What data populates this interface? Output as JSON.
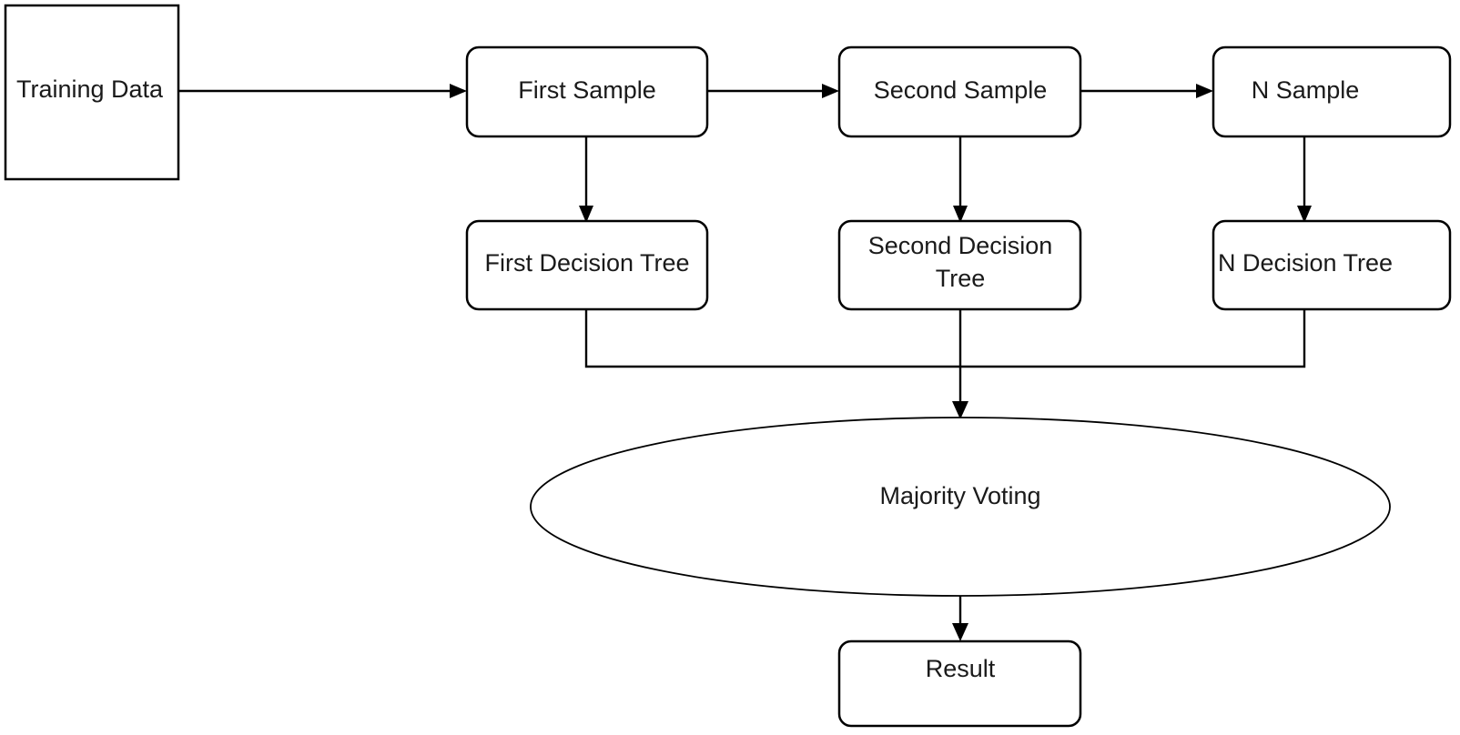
{
  "diagram": {
    "title": "Random Forest Ensemble Flowchart",
    "type": "flowchart",
    "background_color": "#ffffff",
    "stroke_color": "#000000",
    "text_color": "#1a1a1a",
    "nodes": {
      "training_data": {
        "label": "Training Data",
        "shape": "rectangle"
      },
      "first_sample": {
        "label": "First Sample",
        "shape": "rounded-rectangle"
      },
      "second_sample": {
        "label": "Second Sample",
        "shape": "rounded-rectangle"
      },
      "n_sample": {
        "label": "N Sample",
        "shape": "rounded-rectangle"
      },
      "first_tree": {
        "label": "First Decision Tree",
        "shape": "rounded-rectangle"
      },
      "second_tree_line1": {
        "label": "Second Decision",
        "shape": "rounded-rectangle"
      },
      "second_tree_line2": {
        "label": "Tree",
        "shape": "rounded-rectangle"
      },
      "n_tree": {
        "label": "N Decision Tree",
        "shape": "rounded-rectangle"
      },
      "majority_voting": {
        "label": "Majority Voting",
        "shape": "ellipse"
      },
      "result": {
        "label": "Result",
        "shape": "rounded-rectangle"
      }
    },
    "edges": [
      {
        "from": "training_data",
        "to": "first_sample",
        "direction": "right"
      },
      {
        "from": "first_sample",
        "to": "second_sample",
        "direction": "right"
      },
      {
        "from": "second_sample",
        "to": "n_sample",
        "direction": "right"
      },
      {
        "from": "first_sample",
        "to": "first_tree",
        "direction": "down"
      },
      {
        "from": "second_sample",
        "to": "second_tree",
        "direction": "down"
      },
      {
        "from": "n_sample",
        "to": "n_tree",
        "direction": "down"
      },
      {
        "from": "first_tree",
        "to": "majority_voting",
        "direction": "merge-down"
      },
      {
        "from": "second_tree",
        "to": "majority_voting",
        "direction": "down"
      },
      {
        "from": "n_tree",
        "to": "majority_voting",
        "direction": "merge-down"
      },
      {
        "from": "majority_voting",
        "to": "result",
        "direction": "down"
      }
    ]
  }
}
